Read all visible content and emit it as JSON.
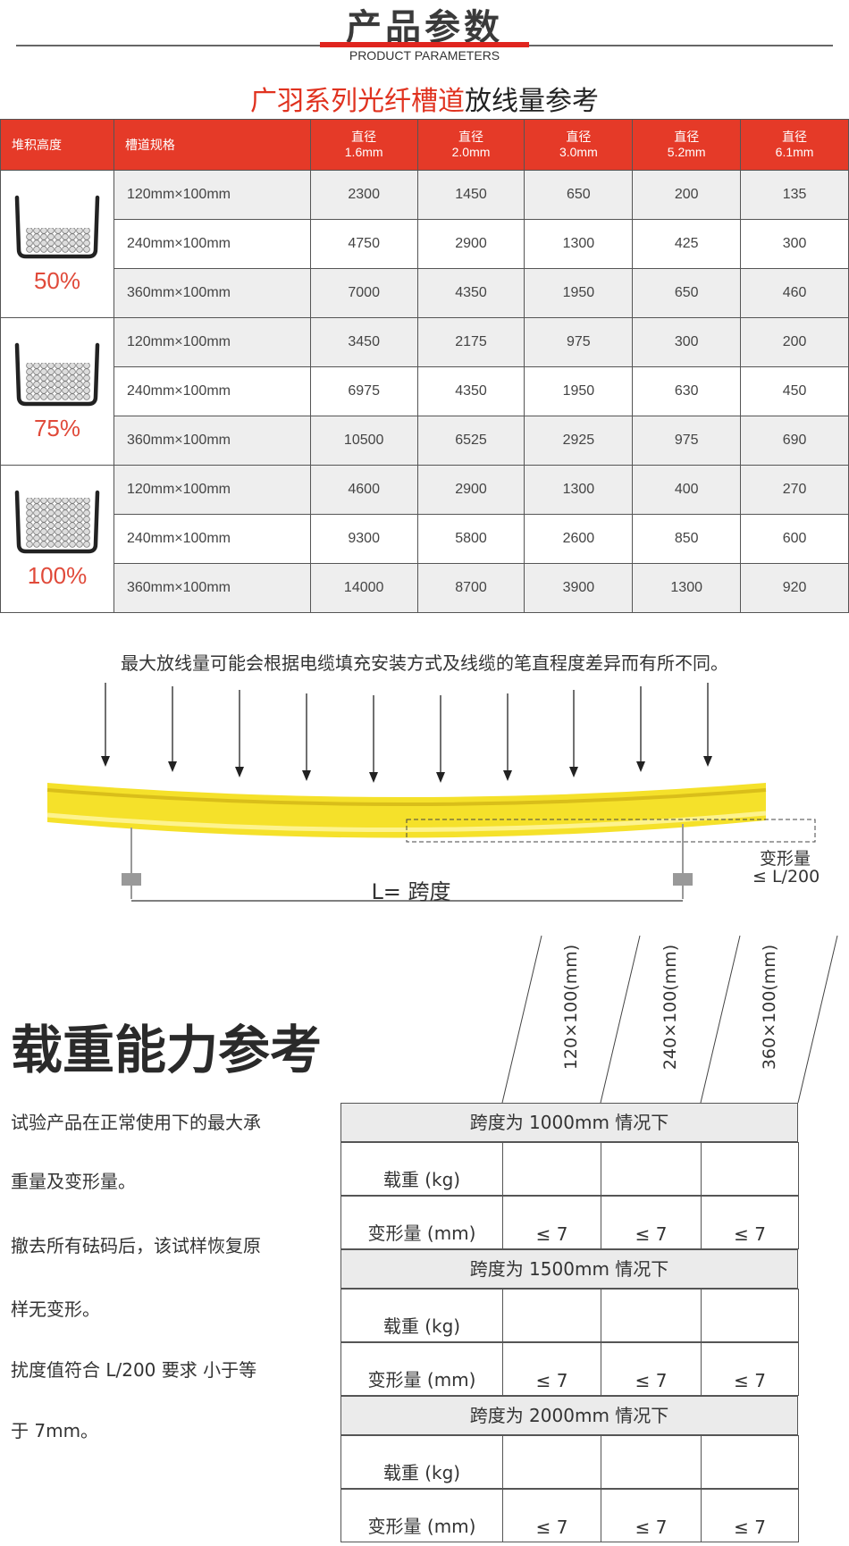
{
  "header": {
    "title": "产品参数",
    "subtitle": "PRODUCT PARAMETERS"
  },
  "heading": {
    "red": "广羽系列光纤槽道",
    "dark": "放线量参考"
  },
  "table": {
    "columns": [
      "堆积高度",
      "槽道规格",
      "直径",
      "1.6mm",
      "直径",
      "2.0mm",
      "直径",
      "3.0mm",
      "直径",
      "5.2mm",
      "直径",
      "6.1mm"
    ],
    "groups": [
      {
        "level": "50%",
        "rows": [
          {
            "spec": "120mm×100mm",
            "values": [
              "2300",
              "1450",
              "650",
              "200",
              "135"
            ]
          },
          {
            "spec": "240mm×100mm",
            "values": [
              "4750",
              "2900",
              "1300",
              "425",
              "300"
            ]
          },
          {
            "spec": "360mm×100mm",
            "values": [
              "7000",
              "4350",
              "1950",
              "650",
              "460"
            ]
          }
        ]
      },
      {
        "level": "75%",
        "rows": [
          {
            "spec": "120mm×100mm",
            "values": [
              "3450",
              "2175",
              "975",
              "300",
              "200"
            ]
          },
          {
            "spec": "240mm×100mm",
            "values": [
              "6975",
              "4350",
              "1950",
              "630",
              "450"
            ]
          },
          {
            "spec": "360mm×100mm",
            "values": [
              "10500",
              "6525",
              "2925",
              "975",
              "690"
            ]
          }
        ]
      },
      {
        "level": "100%",
        "rows": [
          {
            "spec": "120mm×100mm",
            "values": [
              "4600",
              "2900",
              "1300",
              "400",
              "270"
            ]
          },
          {
            "spec": "240mm×100mm",
            "values": [
              "9300",
              "5800",
              "2600",
              "850",
              "600"
            ]
          },
          {
            "spec": "360mm×100mm",
            "values": [
              "14000",
              "8700",
              "3900",
              "1300",
              "920"
            ]
          }
        ]
      }
    ]
  },
  "note": "最大放线量可能会根据电缆填充安装方式及线缆的笔直程度差异而有所不同。",
  "diagram": {
    "span_label": "L= 跨度",
    "deform_label": "变形量",
    "deform_limit": "≤ L/200",
    "beam_color": "#f5e12a"
  },
  "load": {
    "title": "载重能力参考",
    "paragraphs": [
      "试验产品在正常使用下的最大承",
      "重量及变形量。",
      "撤去所有砝码后，该试样恢复原",
      "样无变形。",
      "扰度值符合 L/200 要求 小于等",
      "于 7mm。"
    ],
    "columns": [
      "120×100(mm)",
      "240×100(mm)",
      "360×100(mm)"
    ],
    "sections": [
      {
        "title": "跨度为 1000mm 情况下",
        "rows": [
          {
            "label": "载重 (kg)",
            "values": [
              "",
              "",
              ""
            ]
          },
          {
            "label": "变形量 (mm)",
            "values": [
              "≤ 7",
              "≤ 7",
              "≤ 7"
            ]
          }
        ]
      },
      {
        "title": "跨度为 1500mm 情况下",
        "rows": [
          {
            "label": "载重 (kg)",
            "values": [
              "",
              "",
              ""
            ]
          },
          {
            "label": "变形量 (mm)",
            "values": [
              "≤ 7",
              "≤ 7",
              "≤ 7"
            ]
          }
        ]
      },
      {
        "title": "跨度为 2000mm 情况下",
        "rows": [
          {
            "label": "载重 (kg)",
            "values": [
              "",
              "",
              ""
            ]
          },
          {
            "label": "变形量 (mm)",
            "values": [
              "≤ 7",
              "≤ 7",
              "≤ 7"
            ]
          }
        ]
      }
    ]
  },
  "colors": {
    "accent": "#e53a28",
    "percent": "#e04a3a"
  }
}
